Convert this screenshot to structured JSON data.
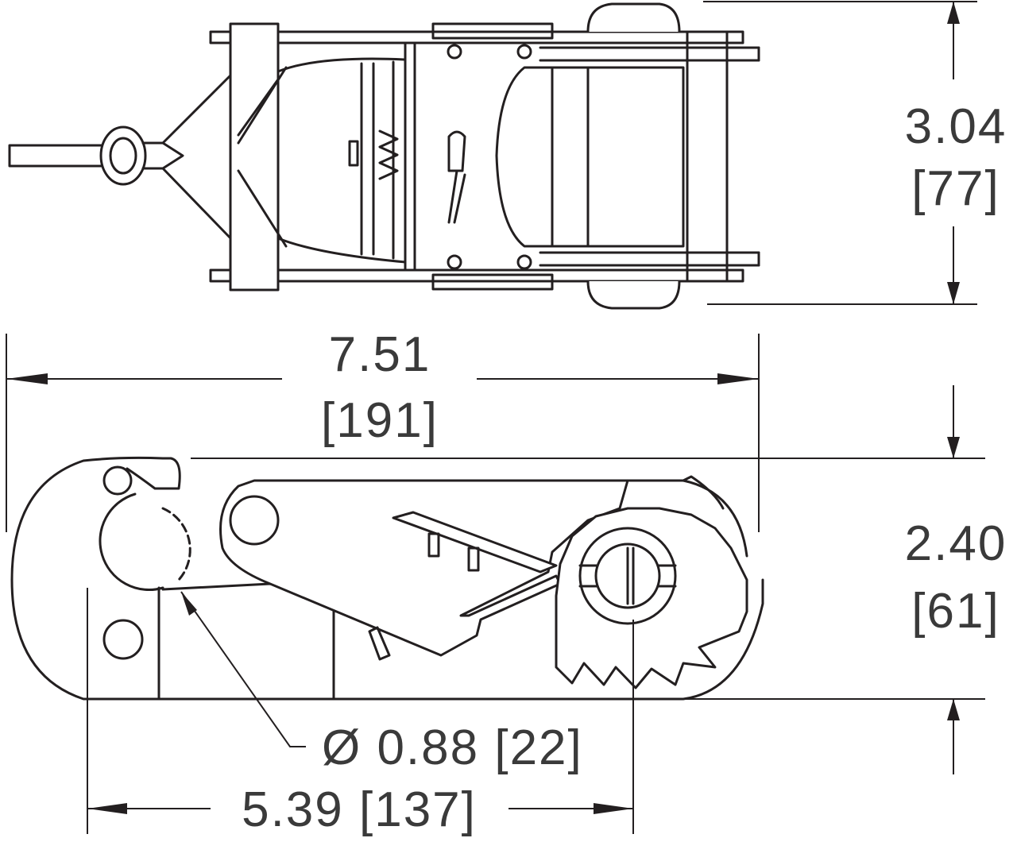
{
  "dimensions": {
    "width_top_in": "3.04",
    "width_top_mm": "[77]",
    "length_in": "7.51",
    "length_mm": "[191]",
    "height_in": "2.40",
    "height_mm": "[61]",
    "hook_diameter": "Ø 0.88 [22]",
    "hook_to_spindle": "5.39 [137]"
  }
}
